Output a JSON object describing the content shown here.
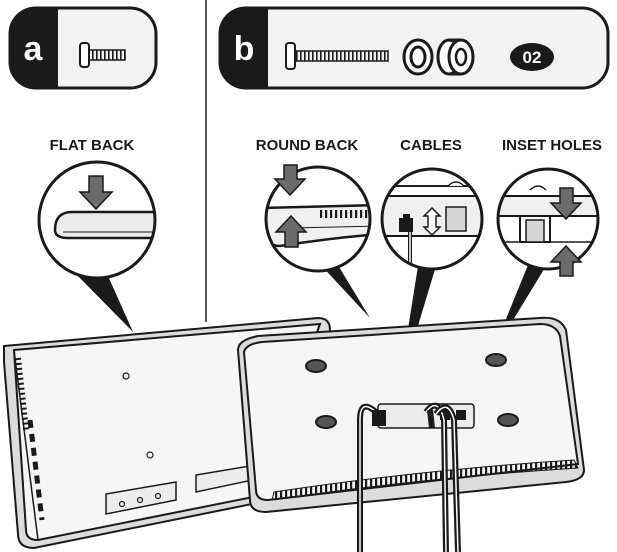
{
  "panels": {
    "a": {
      "letter": "a"
    },
    "b": {
      "letter": "b",
      "quantity": "02"
    }
  },
  "labels": {
    "flat_back": "FLAT BACK",
    "round_back": "ROUND BACK",
    "cables": "CABLES",
    "inset_holes": "INSET HOLES"
  },
  "colors": {
    "ink": "#1a1a1a",
    "panel_fill": "#f2f2f2",
    "arrow": "#6b6b6b",
    "tv_fill": "#f4f4f4",
    "tv_shade": "#dcdcdc"
  }
}
